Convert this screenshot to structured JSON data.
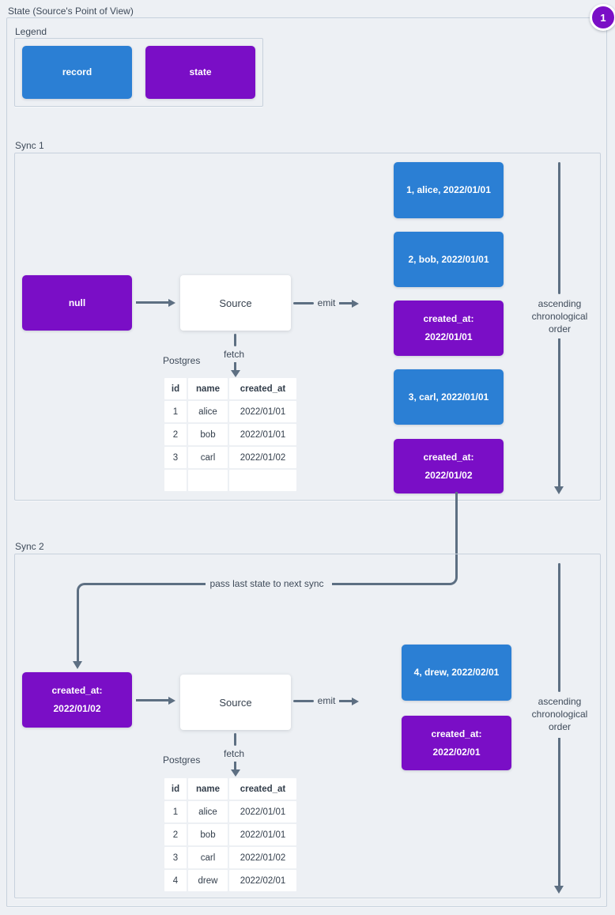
{
  "page": {
    "title": "State (Source's Point of View)",
    "badge": "1"
  },
  "colors": {
    "record": "#2b7fd4",
    "state": "#7a0ec6",
    "arrow": "#5d6f82"
  },
  "legend": {
    "label": "Legend",
    "items": [
      {
        "type": "record",
        "label": "record"
      },
      {
        "type": "state",
        "label": "state"
      }
    ]
  },
  "sync1": {
    "label": "Sync 1",
    "input_state": "null",
    "source": "Source",
    "emit": "emit",
    "fetch": "fetch",
    "database": "Postgres",
    "table": {
      "headers": [
        "id",
        "name",
        "created_at"
      ],
      "rows": [
        [
          "1",
          "alice",
          "2022/01/01"
        ],
        [
          "2",
          "bob",
          "2022/01/01"
        ],
        [
          "3",
          "carl",
          "2022/01/02"
        ],
        [
          "",
          "",
          ""
        ]
      ]
    },
    "emitted": [
      {
        "type": "record",
        "label": "1, alice, 2022/01/01"
      },
      {
        "type": "record",
        "label": "2, bob, 2022/01/01"
      },
      {
        "type": "state",
        "label": "created_at: 2022/01/01"
      },
      {
        "type": "record",
        "label": "3, carl, 2022/01/01"
      },
      {
        "type": "state",
        "label": "created_at: 2022/01/02"
      }
    ],
    "order_label": "ascending chronological order"
  },
  "connector": {
    "label": "pass last state to next sync"
  },
  "sync2": {
    "label": "Sync 2",
    "input_state": "created_at: 2022/01/02",
    "source": "Source",
    "emit": "emit",
    "fetch": "fetch",
    "database": "Postgres",
    "table": {
      "headers": [
        "id",
        "name",
        "created_at"
      ],
      "rows": [
        [
          "1",
          "alice",
          "2022/01/01"
        ],
        [
          "2",
          "bob",
          "2022/01/01"
        ],
        [
          "3",
          "carl",
          "2022/01/02"
        ],
        [
          "4",
          "drew",
          "2022/02/01"
        ]
      ]
    },
    "emitted": [
      {
        "type": "record",
        "label": "4, drew, 2022/02/01"
      },
      {
        "type": "state",
        "label": "created_at: 2022/02/01"
      }
    ],
    "order_label": "ascending chronological order"
  }
}
